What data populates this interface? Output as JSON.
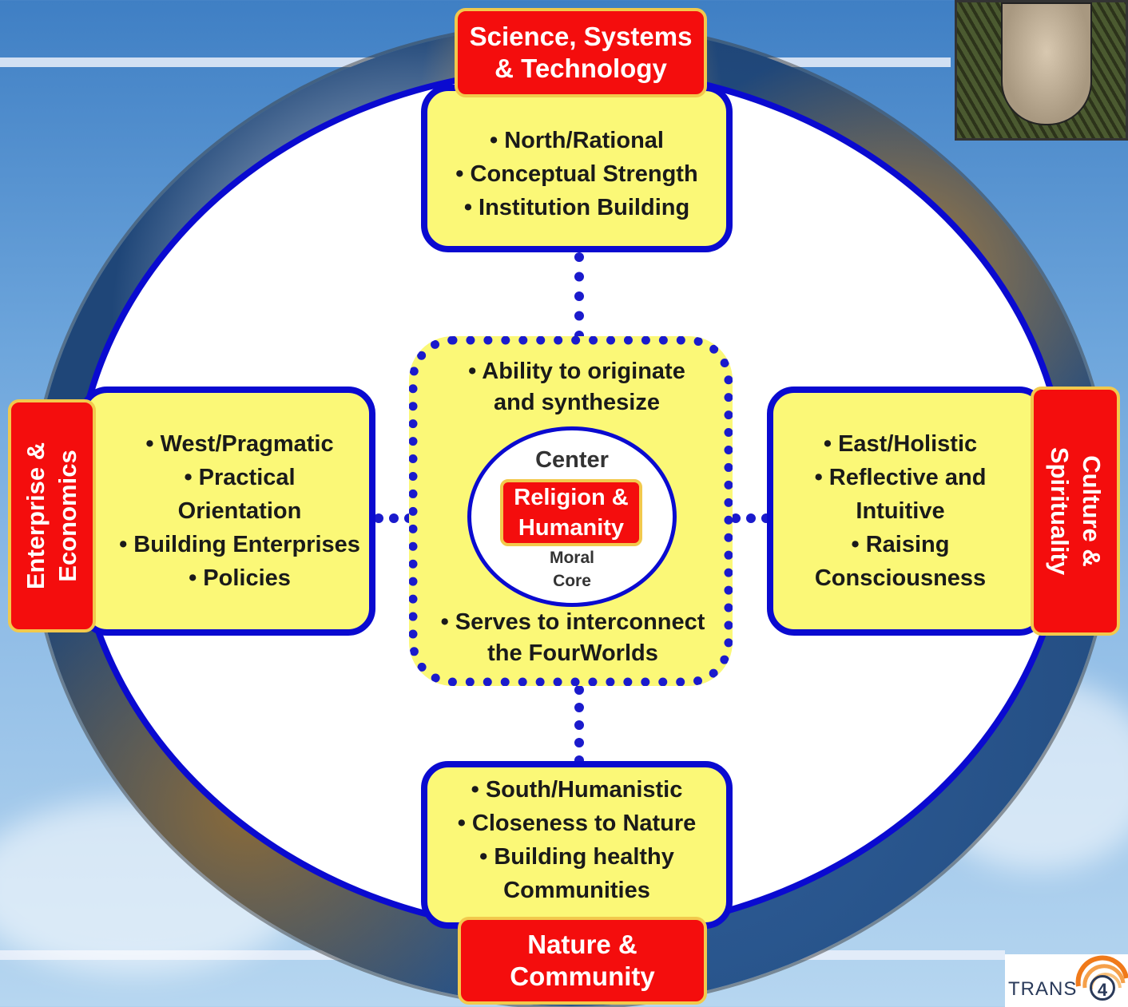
{
  "top": {
    "tag": [
      "Science, Systems",
      "& Technology"
    ],
    "items": [
      "• North/Rational",
      "• Conceptual Strength",
      "• Institution Building"
    ]
  },
  "left": {
    "tag": [
      "Enterprise &",
      "Economics"
    ],
    "items": [
      "• West/Pragmatic",
      "• Practical",
      "Orientation",
      "• Building Enterprises",
      "• Policies"
    ]
  },
  "right": {
    "tag": [
      "Culture &",
      "Spirituality"
    ],
    "items": [
      "• East/Holistic",
      "• Reflective and",
      "Intuitive",
      "• Raising",
      "Consciousness"
    ]
  },
  "bottom": {
    "tag": [
      "Nature &",
      "Community"
    ],
    "items": [
      "• South/Humanistic",
      "• Closeness to Nature",
      "• Building healthy",
      "Communities"
    ]
  },
  "center": {
    "top_lines": [
      "• Ability to originate",
      "and synthesize"
    ],
    "bottom_lines": [
      "• Serves to interconnect",
      "the FourWorlds"
    ],
    "core": {
      "title": "Center",
      "tag": [
        "Religion &",
        "Humanity"
      ],
      "sub": [
        "Moral",
        "Core"
      ]
    }
  },
  "logo": {
    "text": "TRANS",
    "number": "4"
  },
  "colors": {
    "box_fill": "#fbf877",
    "border_blue": "#0a0ad0",
    "tag_red": "#f40d0d",
    "tag_border": "#f2c94c"
  }
}
